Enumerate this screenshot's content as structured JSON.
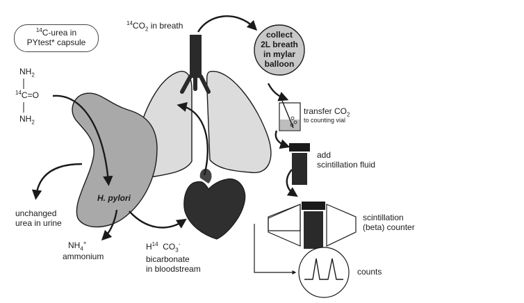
{
  "capsule": {
    "mass_number": "14",
    "line1_rest": "C-urea in",
    "line2": "PYtest* capsule"
  },
  "urea": {
    "top_group": "NH",
    "sub": "2",
    "carbon_mass": "14",
    "carbon_group": "C=O",
    "bottom_group": "NH"
  },
  "breath": {
    "mass_number": "14",
    "molecule": "CO",
    "sub": "2",
    "rest": " in breath"
  },
  "balloon": {
    "lines": [
      "collect",
      "2L breath",
      "in mylar",
      "balloon"
    ]
  },
  "transfer": {
    "line1": "transfer CO",
    "sub": "2",
    "line2": "to counting vial"
  },
  "fluid": {
    "line1": "add",
    "line2": "scintillation fluid"
  },
  "counter": {
    "line1": "scintillation",
    "line2": "(beta) counter"
  },
  "counts": {
    "label": "counts"
  },
  "bacterium": {
    "label": "H. pylori"
  },
  "urine": {
    "line1": "unchanged",
    "line2": "urea in urine"
  },
  "ammonium": {
    "formula": "NH",
    "sub": "4",
    "sup": "+",
    "name": "ammonium"
  },
  "bicarbonate": {
    "h": "H",
    "mass": "14",
    "co": "CO",
    "sub": "3",
    "sup": "-",
    "line2": "bicarbonate",
    "line3": "in bloodstream"
  },
  "colors": {
    "ink": "#1a1a1a",
    "stomach": "#a9a9a9",
    "lung": "#dcdcdc",
    "balloon": "#c8c8c8",
    "heart": "#3a3a3a"
  }
}
